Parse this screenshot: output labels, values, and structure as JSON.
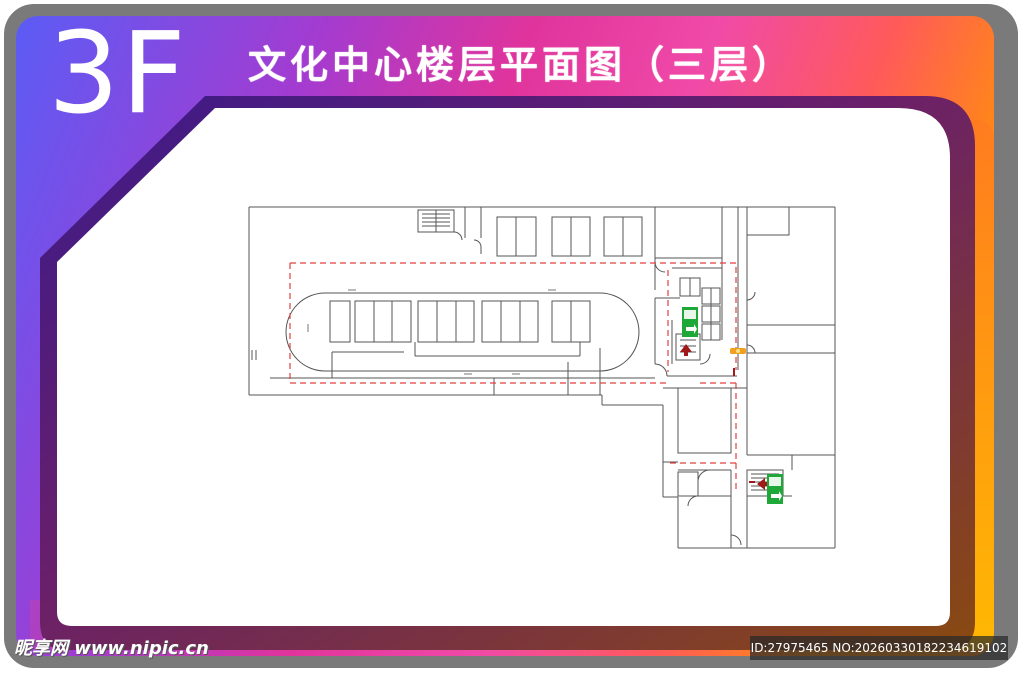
{
  "header": {
    "floor_label": "3F",
    "title": "文化中心楼层平面图（三层）"
  },
  "colors": {
    "frame_gray": "#7a7a7a",
    "gradient_start": "#5a5cf0",
    "gradient_mid": "#e23a9c",
    "gradient_end": "#ff8a10",
    "evacuation_route": "#e04040",
    "exit_sign": "#1ea838",
    "fire_point": "#f0a020"
  },
  "icons": {
    "exit_sign": "exit-sign-icon",
    "arrow": "evacuation-arrow-icon",
    "fire": "fire-point-icon"
  },
  "watermark": {
    "left": "昵享网 www.nipic.cn",
    "right": "ID:27975465 NO:20260330182234619102"
  }
}
